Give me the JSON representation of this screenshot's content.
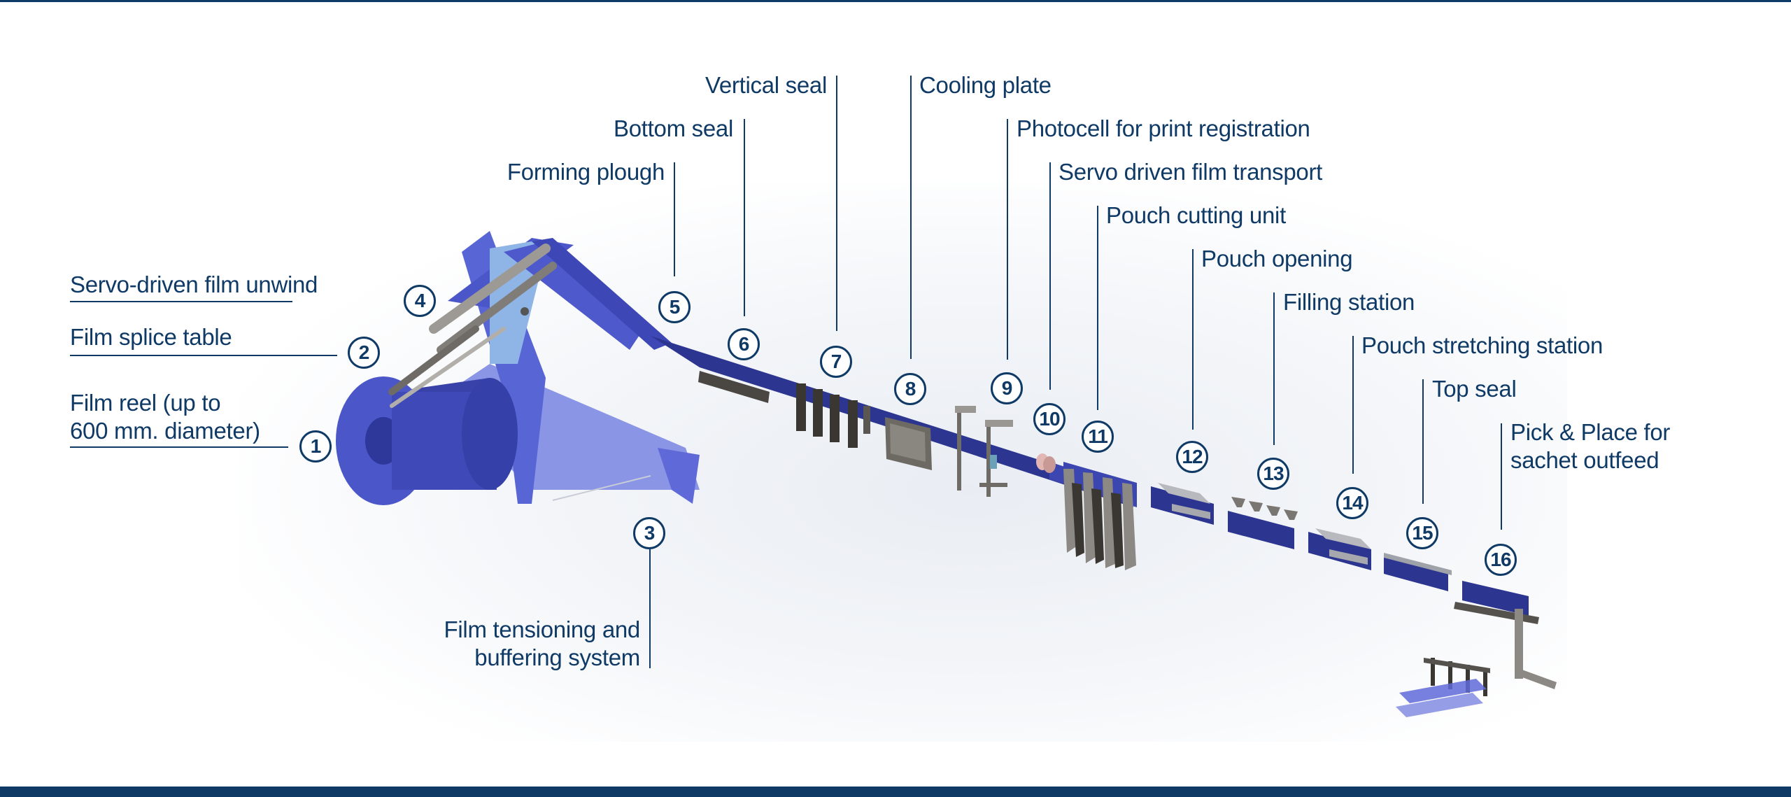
{
  "colors": {
    "text": "#0f3a66",
    "film": "#4b56c8",
    "film_light": "#9aa4ee",
    "conveyor": "#2c3590",
    "metal": "#7d7a75"
  },
  "components": [
    {
      "number": "1",
      "label": "Film reel (up to\n600 mm. diameter)"
    },
    {
      "number": "2",
      "label": "Film splice table"
    },
    {
      "number": "3",
      "label": "Film tensioning and\nbuffering system"
    },
    {
      "number": "4",
      "label": "Servo-driven film unwind"
    },
    {
      "number": "5",
      "label": "Forming plough"
    },
    {
      "number": "6",
      "label": "Bottom seal"
    },
    {
      "number": "7",
      "label": "Vertical seal"
    },
    {
      "number": "8",
      "label": "Cooling plate"
    },
    {
      "number": "9",
      "label": "Photocell for print registration"
    },
    {
      "number": "10",
      "label": "Servo driven film transport"
    },
    {
      "number": "11",
      "label": "Pouch cutting unit"
    },
    {
      "number": "12",
      "label": "Pouch opening"
    },
    {
      "number": "13",
      "label": "Filling station"
    },
    {
      "number": "14",
      "label": "Pouch stretching station"
    },
    {
      "number": "15",
      "label": "Top seal"
    },
    {
      "number": "16",
      "label": "Pick & Place for\nsachet outfeed"
    }
  ]
}
